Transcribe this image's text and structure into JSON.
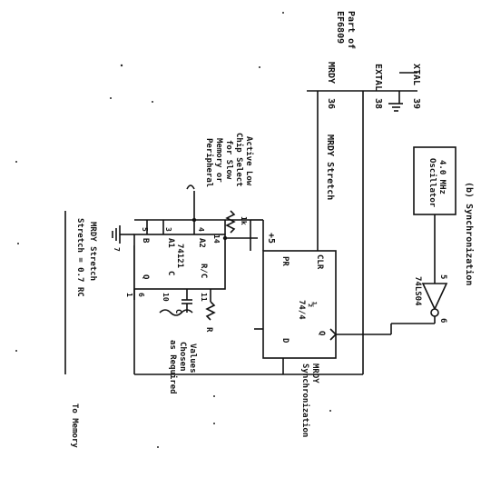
{
  "part_label": [
    "Part of",
    "EF6809"
  ],
  "pins": {
    "xtal": "XTAL",
    "xtal_num": "39",
    "extal": "EXTAL",
    "extal_num": "38",
    "mrdy": "MRDY",
    "mrdy_num": "36"
  },
  "mrdy_stretch_label": "MRDY Stretch",
  "oscillator": {
    "line1": "4.0 MHz",
    "line2": "Oscillator"
  },
  "sync_caption": "(b) Synchronization",
  "inverter": {
    "part": "74LS04",
    "pin_in": "5",
    "pin_out": "6"
  },
  "ic_74121": {
    "part": "74121",
    "a2": "A2",
    "a1": "A1",
    "b": "B",
    "rc": "R/C",
    "c": "C",
    "q_bar": "Q",
    "pin4": "4",
    "pin3": "3",
    "pin5": "5",
    "pin11": "11",
    "pin10": "10",
    "pin6": "6",
    "pin1": "1",
    "pin7": "7",
    "pin14": "14"
  },
  "ff_7474": {
    "part": "74/4",
    "half": "½",
    "clr": "CLR",
    "pr": "PR",
    "q": "Q",
    "d": "D"
  },
  "supply": "+5",
  "res_1k": "1k",
  "res_r": "R",
  "cap_c": "C",
  "chip_select_note": [
    "Active Low",
    "Chip Select",
    "for Slow",
    "Memory or",
    "Peripheral"
  ],
  "values_note": [
    "Values",
    "Chosen",
    "as Required"
  ],
  "mrdy_sync_label": [
    "MRDY",
    "Synchronization"
  ],
  "stretch_note": [
    "MRDY Stretch",
    "Stretch = 0.7 RC"
  ],
  "to_memory": "To Memory"
}
